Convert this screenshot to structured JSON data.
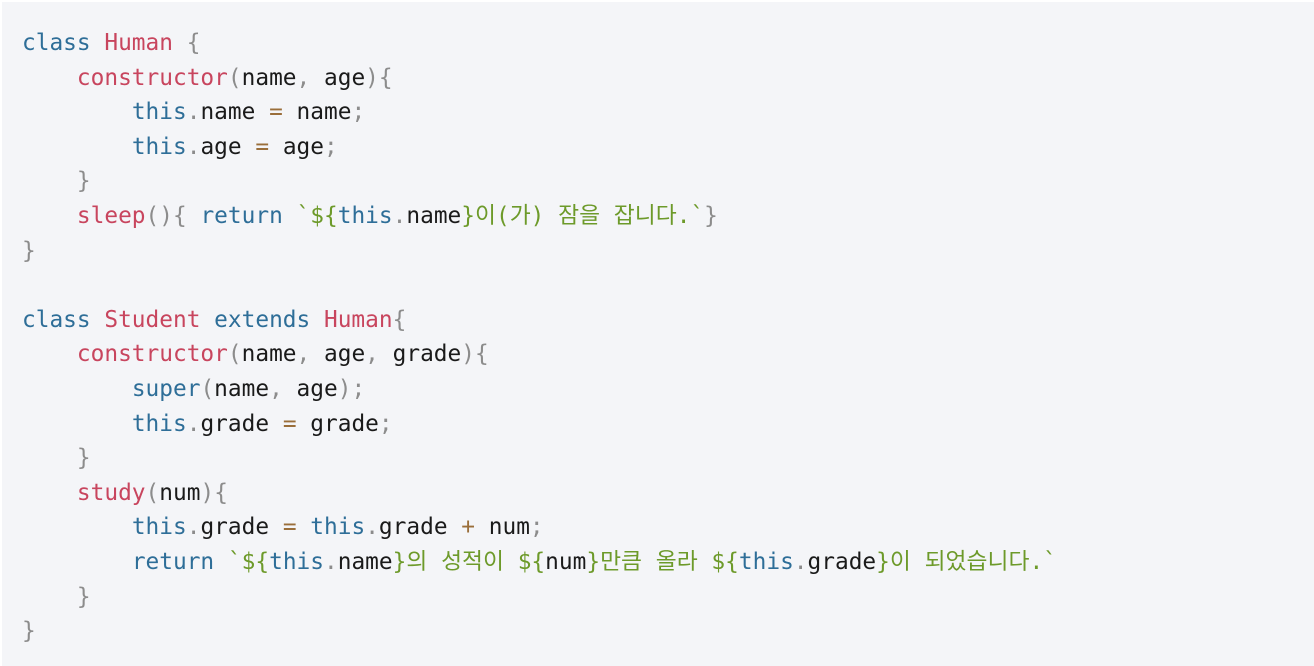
{
  "theme": {
    "background": "#f4f5f8",
    "keyword": "#2e6e98",
    "definition": "#c8455e",
    "string": "#6d9a2a",
    "punctuation": "#8c8c8c",
    "operator": "#9a6e3a",
    "plain": "#1a1a1a"
  },
  "code_lines": [
    [
      [
        "kw",
        "class"
      ],
      [
        "plain",
        " "
      ],
      [
        "def",
        "Human"
      ],
      [
        "plain",
        " "
      ],
      [
        "punc",
        "{"
      ]
    ],
    [
      [
        "plain",
        "    "
      ],
      [
        "def",
        "constructor"
      ],
      [
        "punc",
        "("
      ],
      [
        "plain",
        "name"
      ],
      [
        "punc",
        ","
      ],
      [
        "plain",
        " age"
      ],
      [
        "punc",
        ")"
      ],
      [
        "punc",
        "{"
      ]
    ],
    [
      [
        "plain",
        "        "
      ],
      [
        "kw",
        "this"
      ],
      [
        "punc",
        "."
      ],
      [
        "plain",
        "name "
      ],
      [
        "op",
        "="
      ],
      [
        "plain",
        " name"
      ],
      [
        "punc",
        ";"
      ]
    ],
    [
      [
        "plain",
        "        "
      ],
      [
        "kw",
        "this"
      ],
      [
        "punc",
        "."
      ],
      [
        "plain",
        "age "
      ],
      [
        "op",
        "="
      ],
      [
        "plain",
        " age"
      ],
      [
        "punc",
        ";"
      ]
    ],
    [
      [
        "plain",
        "    "
      ],
      [
        "punc",
        "}"
      ]
    ],
    [
      [
        "plain",
        "    "
      ],
      [
        "def",
        "sleep"
      ],
      [
        "punc",
        "()"
      ],
      [
        "punc",
        "{"
      ],
      [
        "plain",
        " "
      ],
      [
        "kw",
        "return"
      ],
      [
        "plain",
        " "
      ],
      [
        "str",
        "`${"
      ],
      [
        "kw",
        "this"
      ],
      [
        "punc",
        "."
      ],
      [
        "plain",
        "name"
      ],
      [
        "str",
        "}이(가) 잠을 잡니다.`"
      ],
      [
        "punc",
        "}"
      ]
    ],
    [
      [
        "punc",
        "}"
      ]
    ],
    [],
    [
      [
        "kw",
        "class"
      ],
      [
        "plain",
        " "
      ],
      [
        "def",
        "Student"
      ],
      [
        "plain",
        " "
      ],
      [
        "kw",
        "extends"
      ],
      [
        "plain",
        " "
      ],
      [
        "def",
        "Human"
      ],
      [
        "punc",
        "{"
      ]
    ],
    [
      [
        "plain",
        "    "
      ],
      [
        "def",
        "constructor"
      ],
      [
        "punc",
        "("
      ],
      [
        "plain",
        "name"
      ],
      [
        "punc",
        ","
      ],
      [
        "plain",
        " age"
      ],
      [
        "punc",
        ","
      ],
      [
        "plain",
        " grade"
      ],
      [
        "punc",
        ")"
      ],
      [
        "punc",
        "{"
      ]
    ],
    [
      [
        "plain",
        "        "
      ],
      [
        "kw",
        "super"
      ],
      [
        "punc",
        "("
      ],
      [
        "plain",
        "name"
      ],
      [
        "punc",
        ","
      ],
      [
        "plain",
        " age"
      ],
      [
        "punc",
        ")"
      ],
      [
        "punc",
        ";"
      ]
    ],
    [
      [
        "plain",
        "        "
      ],
      [
        "kw",
        "this"
      ],
      [
        "punc",
        "."
      ],
      [
        "plain",
        "grade "
      ],
      [
        "op",
        "="
      ],
      [
        "plain",
        " grade"
      ],
      [
        "punc",
        ";"
      ]
    ],
    [
      [
        "plain",
        "    "
      ],
      [
        "punc",
        "}"
      ]
    ],
    [
      [
        "plain",
        "    "
      ],
      [
        "def",
        "study"
      ],
      [
        "punc",
        "("
      ],
      [
        "plain",
        "num"
      ],
      [
        "punc",
        ")"
      ],
      [
        "punc",
        "{"
      ]
    ],
    [
      [
        "plain",
        "        "
      ],
      [
        "kw",
        "this"
      ],
      [
        "punc",
        "."
      ],
      [
        "plain",
        "grade "
      ],
      [
        "op",
        "="
      ],
      [
        "plain",
        " "
      ],
      [
        "kw",
        "this"
      ],
      [
        "punc",
        "."
      ],
      [
        "plain",
        "grade "
      ],
      [
        "op",
        "+"
      ],
      [
        "plain",
        " num"
      ],
      [
        "punc",
        ";"
      ]
    ],
    [
      [
        "plain",
        "        "
      ],
      [
        "kw",
        "return"
      ],
      [
        "plain",
        " "
      ],
      [
        "str",
        "`${"
      ],
      [
        "kw",
        "this"
      ],
      [
        "punc",
        "."
      ],
      [
        "plain",
        "name"
      ],
      [
        "str",
        "}의 성적이 ${"
      ],
      [
        "plain",
        "num"
      ],
      [
        "str",
        "}만큼 올라 ${"
      ],
      [
        "kw",
        "this"
      ],
      [
        "punc",
        "."
      ],
      [
        "plain",
        "grade"
      ],
      [
        "str",
        "}이 되었습니다.`"
      ]
    ],
    [
      [
        "plain",
        "    "
      ],
      [
        "punc",
        "}"
      ]
    ],
    [
      [
        "punc",
        "}"
      ]
    ]
  ]
}
